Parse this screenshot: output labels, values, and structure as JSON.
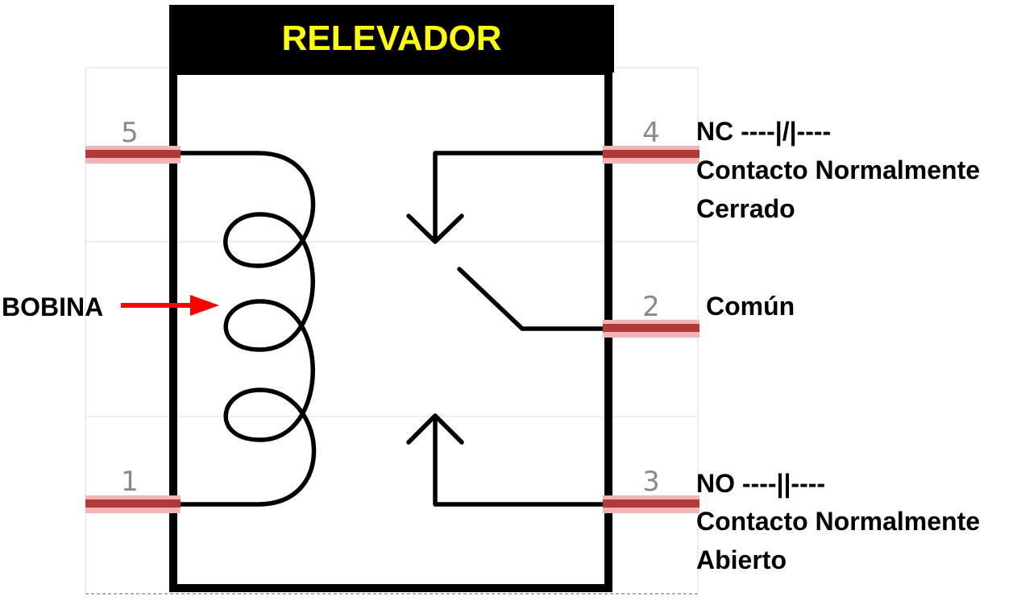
{
  "title": "RELEVADOR",
  "colors": {
    "title_bg": "#000000",
    "title_text": "#ffff00",
    "outline": "#000000",
    "pin_line": "#b33a3a",
    "pin_glow": "#f4b4b4",
    "pin_number": "#8a8a8a",
    "arrow": "#ff0000",
    "grid": "#e8e8e8"
  },
  "pins": [
    {
      "number": "5"
    },
    {
      "number": "1"
    },
    {
      "number": "4"
    },
    {
      "number": "2"
    },
    {
      "number": "3"
    }
  ],
  "labels": {
    "coil": "BOBINA",
    "nc": {
      "line1": "NC ----|/|----",
      "line2": "Contacto Normalmente",
      "line3": "Cerrado"
    },
    "common": "Común",
    "no": {
      "line1": "NO ----||----",
      "line2": "Contacto Normalmente",
      "line3": "Abierto"
    }
  }
}
